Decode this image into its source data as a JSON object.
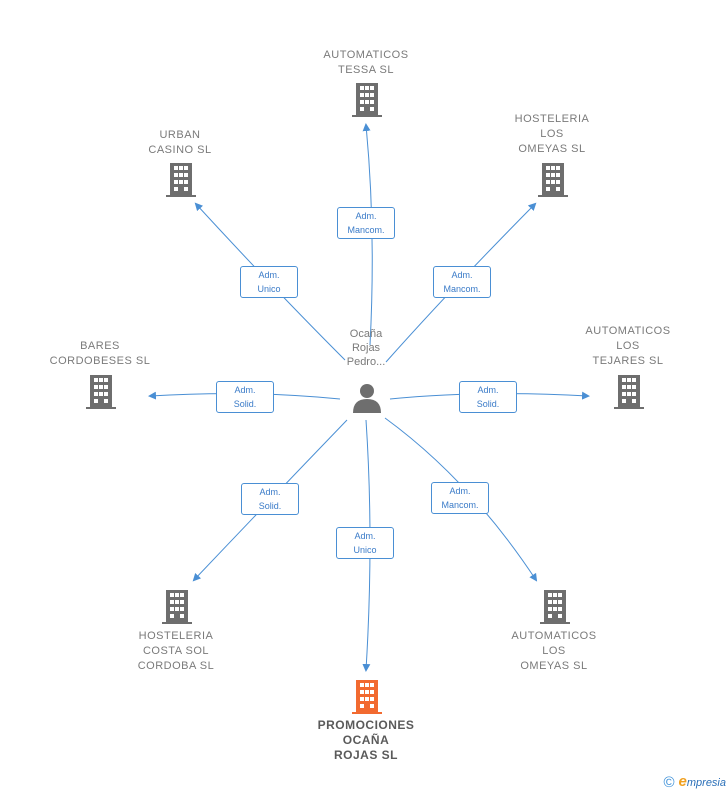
{
  "center": {
    "label": "Ocaña\nRojas\nPedro..."
  },
  "colors": {
    "edge": "#4a8fd4",
    "building": "#6e6e6e",
    "highlight": "#f26a30",
    "label": "#7a7a7a"
  },
  "nodes": [
    {
      "id": "tessa",
      "label": "AUTOMATICOS\nTESSA SL",
      "icon": "building-icon"
    },
    {
      "id": "hostlos",
      "label": "HOSTELERIA\nLOS\nOMEYAS SL",
      "icon": "building-icon"
    },
    {
      "id": "tejares",
      "label": "AUTOMATICOS\nLOS\nTEJARES  SL",
      "icon": "building-icon"
    },
    {
      "id": "autolos",
      "label": "AUTOMATICOS\nLOS\nOMEYAS SL",
      "icon": "building-icon"
    },
    {
      "id": "promo",
      "label": "PROMOCIONES\nOCAÑA\nROJAS  SL",
      "icon": "building-icon",
      "highlight": true
    },
    {
      "id": "costa",
      "label": "HOSTELERIA\nCOSTA SOL\nCORDOBA  SL",
      "icon": "building-icon"
    },
    {
      "id": "bares",
      "label": "BARES\nCORDOBESES SL",
      "icon": "building-icon"
    },
    {
      "id": "urban",
      "label": "URBAN\nCASINO SL",
      "icon": "building-icon"
    }
  ],
  "edges": [
    {
      "to": "tessa",
      "label": "Adm.\nMancom."
    },
    {
      "to": "hostlos",
      "label": "Adm.\nMancom."
    },
    {
      "to": "tejares",
      "label": "Adm.\nSolid."
    },
    {
      "to": "autolos",
      "label": "Adm.\nMancom."
    },
    {
      "to": "promo",
      "label": "Adm.\nUnico"
    },
    {
      "to": "costa",
      "label": "Adm.\nSolid."
    },
    {
      "to": "bares",
      "label": "Adm.\nSolid."
    },
    {
      "to": "urban",
      "label": "Adm.\nUnico"
    }
  ],
  "footer": {
    "copyright": "©",
    "brand_initial": "e",
    "brand_rest": "mpresia"
  }
}
